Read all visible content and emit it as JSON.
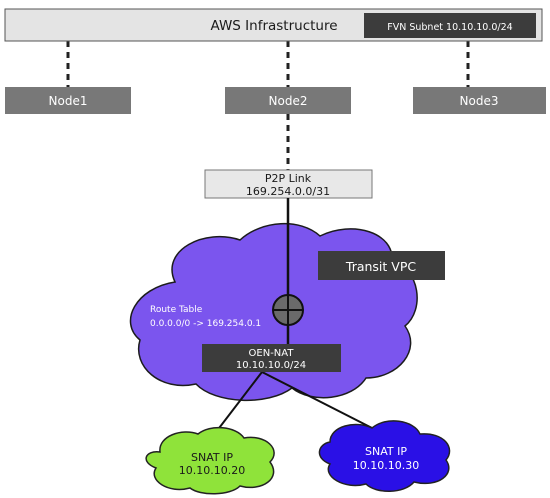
{
  "infrastructure": {
    "title": "AWS Infrastructure",
    "subnet_label": "FVN Subnet 10.10.10.0/24"
  },
  "nodes": [
    {
      "label": "Node1"
    },
    {
      "label": "Node2"
    },
    {
      "label": "Node3"
    }
  ],
  "p2p_link": {
    "title": "P2P Link",
    "cidr": "169.254.0.0/31"
  },
  "transit_vpc": {
    "label": "Transit VPC",
    "color": "#7b55ee"
  },
  "route_table": {
    "title": "Route Table",
    "route": "0.0.0.0/0 -> 169.254.0.1"
  },
  "router": {
    "icon": "router-crosshair-icon"
  },
  "oen_nat": {
    "title": "OEN-NAT",
    "cidr": "10.10.10.0/24"
  },
  "snat_ips": [
    {
      "title": "SNAT IP",
      "ip": "10.10.10.20",
      "color": "#8fe33a"
    },
    {
      "title": "SNAT IP",
      "ip": "10.10.10.30",
      "color": "#2a10e6"
    }
  ],
  "colors": {
    "header_bg": "#e4e4e4",
    "dark_box": "#3c3c3c",
    "node_box": "#787878",
    "p2p_bg": "#e8e8e8"
  }
}
